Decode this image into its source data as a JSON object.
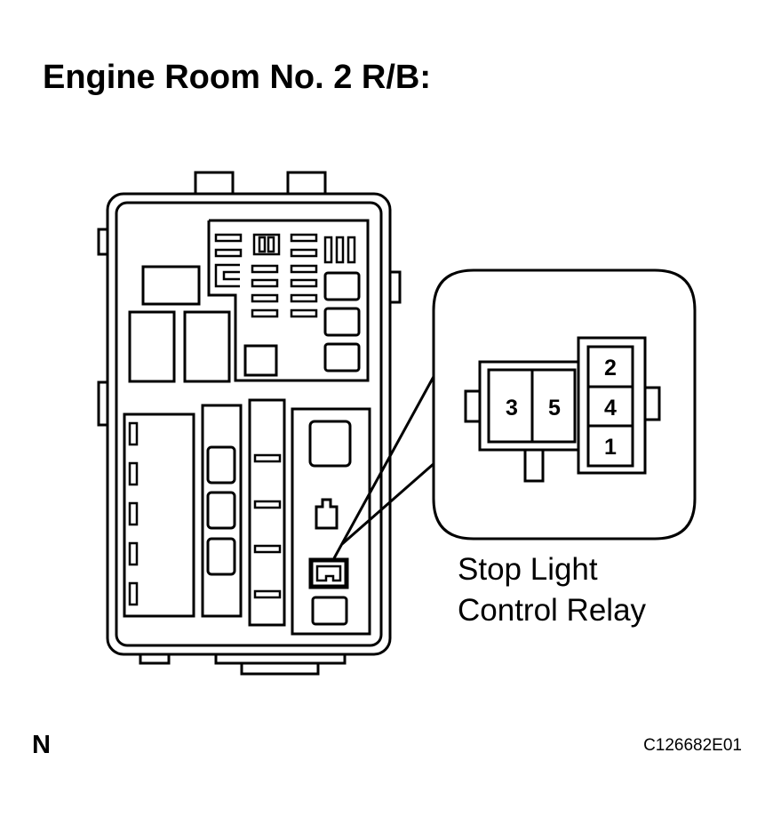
{
  "title": "Engine Room No. 2 R/B:",
  "relay_label": {
    "line1": "Stop Light",
    "line2": "Control Relay"
  },
  "connector_terminals": {
    "t3": "3",
    "t5": "5",
    "t2": "2",
    "t4": "4",
    "t1": "1"
  },
  "orientation_mark": "N",
  "figure_code": "C126682E01"
}
